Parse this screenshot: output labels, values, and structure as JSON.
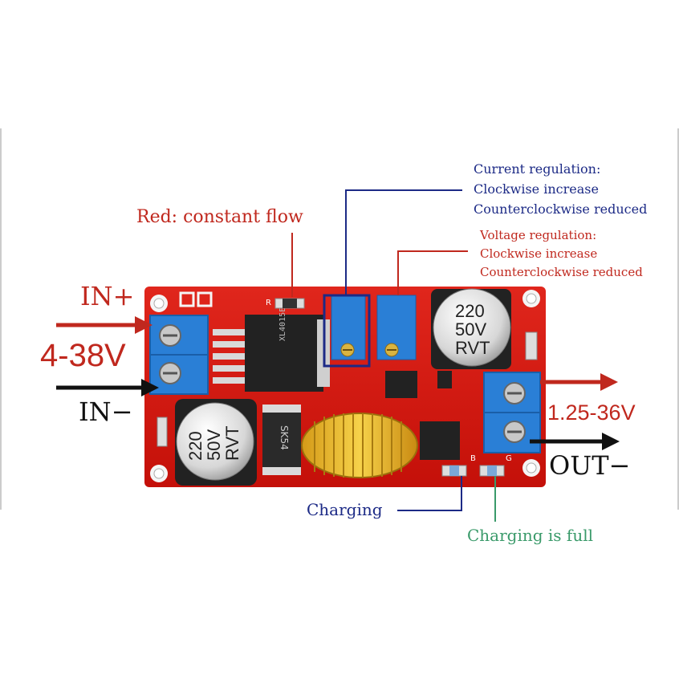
{
  "labels": {
    "red_constant_flow": "Red: constant flow",
    "current_regulation": {
      "title": "Current regulation:",
      "clockwise": "Clockwise increase",
      "counterclockwise": "Counterclockwise reduced"
    },
    "voltage_regulation": {
      "title": "Voltage regulation:",
      "clockwise": "Clockwise increase",
      "counterclockwise": "Counterclockwise reduced"
    },
    "in_plus": "IN+",
    "in_range": "4-38V",
    "in_minus": "IN−",
    "out_range": "1.25-36V",
    "out_minus": "OUT−",
    "charging": "Charging",
    "charging_full": "Charging is full"
  },
  "board": {
    "cap_left": {
      "value": "220",
      "voltage": "50V",
      "series": "RVT"
    },
    "cap_right": {
      "value": "220",
      "voltage": "50V",
      "series": "RVT"
    },
    "ic_marking": "XL4015E1",
    "diode_marking": "SK54",
    "silkscreen_r": "R",
    "silkscreen_b": "B",
    "silkscreen_g": "G"
  },
  "colors": {
    "board_red": "#d4140f",
    "terminal_blue": "#2a7fd6",
    "label_red": "#c0281e",
    "label_blue": "#1c2a86",
    "label_green": "#3a9a6a"
  }
}
